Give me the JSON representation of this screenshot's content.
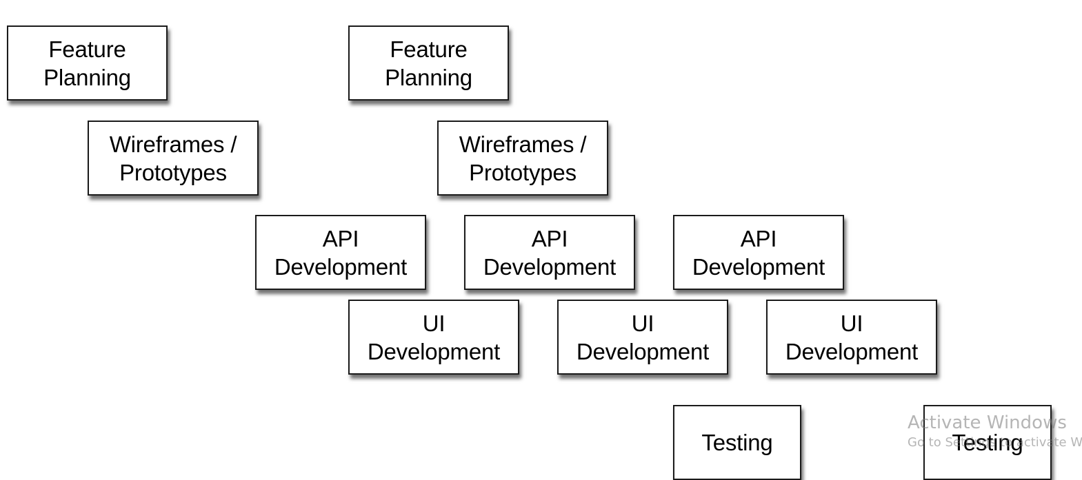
{
  "diagram": {
    "boxes": [
      {
        "id": "feature-planning-1",
        "text": "Feature\nPlanning"
      },
      {
        "id": "feature-planning-2",
        "text": "Feature\nPlanning"
      },
      {
        "id": "wireframes-1",
        "text": "Wireframes /\nPrototypes"
      },
      {
        "id": "wireframes-2",
        "text": "Wireframes /\nPrototypes"
      },
      {
        "id": "api-dev-1",
        "text": "API\nDevelopment"
      },
      {
        "id": "api-dev-2",
        "text": "API\nDevelopment"
      },
      {
        "id": "api-dev-3",
        "text": "API\nDevelopment"
      },
      {
        "id": "ui-dev-1",
        "text": "UI\nDevelopment"
      },
      {
        "id": "ui-dev-2",
        "text": "UI\nDevelopment"
      },
      {
        "id": "ui-dev-3",
        "text": "UI\nDevelopment"
      },
      {
        "id": "testing-1",
        "text": "Testing"
      },
      {
        "id": "testing-2",
        "text": "Testing"
      }
    ]
  },
  "watermark": {
    "title": "Activate Windows",
    "subtitle": "Go to Settings to activate Windows."
  }
}
